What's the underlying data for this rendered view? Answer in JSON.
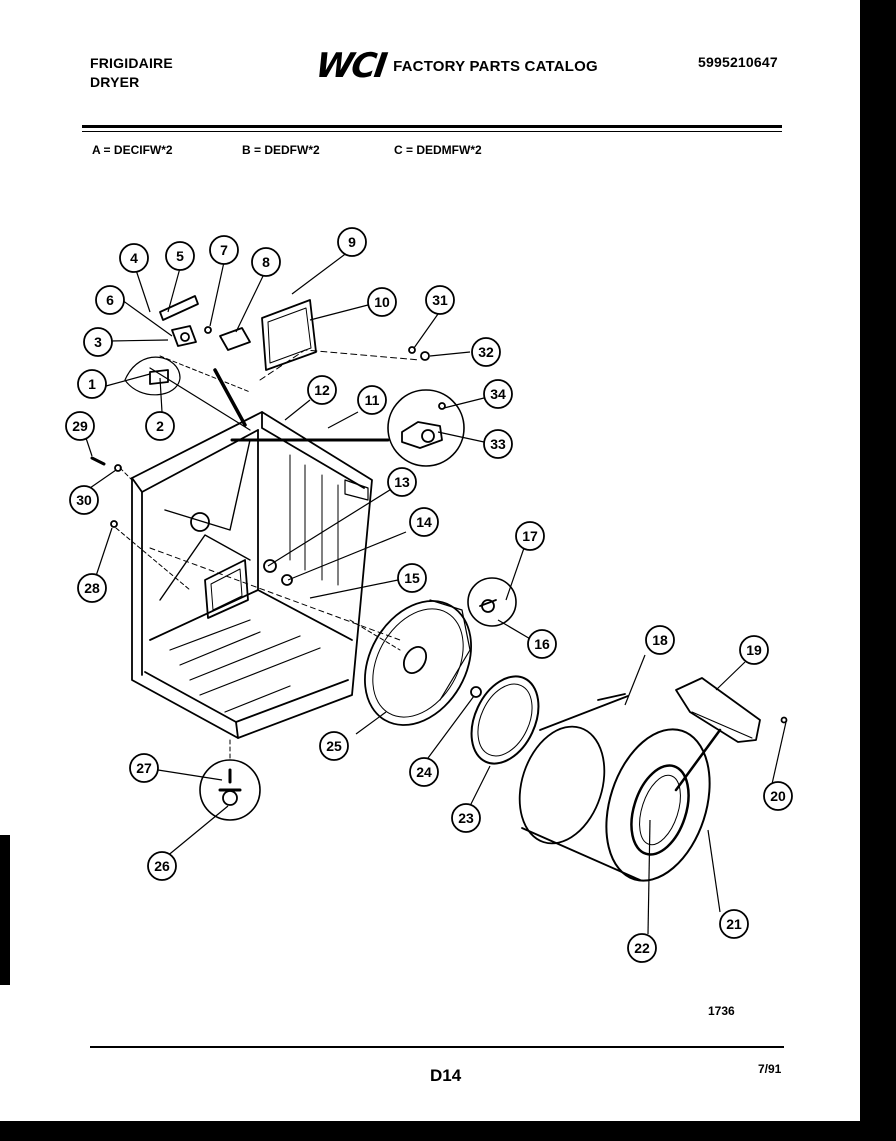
{
  "header": {
    "brand": "FRIGIDAIRE",
    "product": "DRYER",
    "logo": "WCI",
    "catalog_title": "FACTORY PARTS CATALOG",
    "part_number": "5995210647"
  },
  "models": {
    "a": "A = DECIFW*2",
    "b": "B = DEDFW*2",
    "c": "C = DEDMFW*2"
  },
  "callouts": [
    "1",
    "2",
    "3",
    "4",
    "5",
    "6",
    "7",
    "8",
    "9",
    "10",
    "11",
    "12",
    "13",
    "14",
    "15",
    "16",
    "17",
    "18",
    "19",
    "20",
    "21",
    "22",
    "23",
    "24",
    "25",
    "26",
    "27",
    "28",
    "29",
    "30",
    "31",
    "32",
    "33",
    "34"
  ],
  "footer": {
    "figure_number": "1736",
    "page_code": "D14",
    "date": "7/91"
  }
}
